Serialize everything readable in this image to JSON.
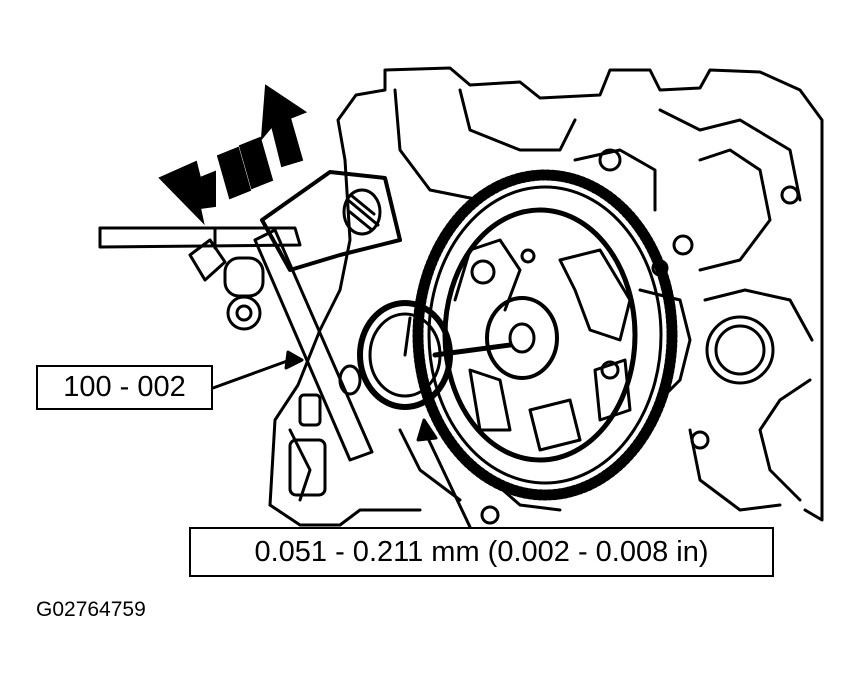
{
  "callouts": {
    "tool": "100 - 002",
    "specification": "0.051 - 0.211 mm (0.002 - 0.008 in)"
  },
  "figure_id": "G02764759"
}
